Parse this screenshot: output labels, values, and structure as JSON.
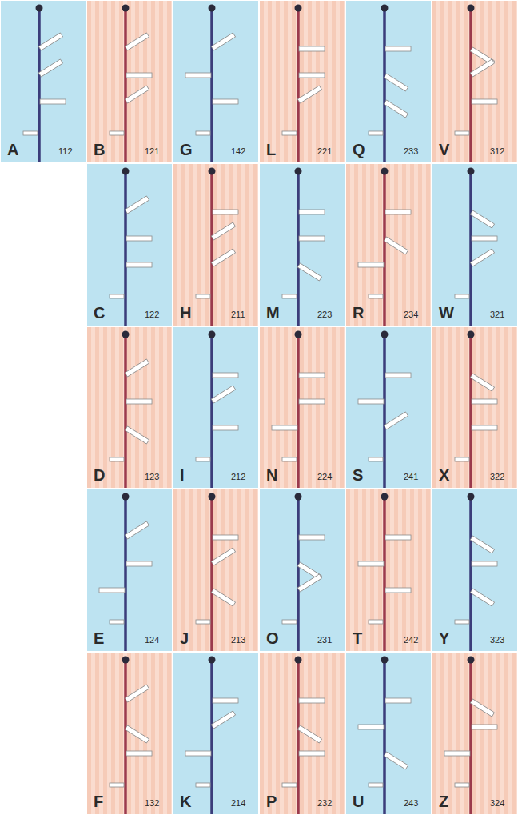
{
  "diagram": {
    "nodes": [
      {
        "text": [
          "A",
          "112"
        ]
      },
      {
        "text": [
          "B",
          "121"
        ]
      },
      {
        "text": [
          "G",
          "142"
        ]
      },
      {
        "text": [
          "L",
          "221"
        ]
      },
      {
        "text": [
          "Q",
          "233"
        ]
      },
      {
        "text": [
          "V",
          "312"
        ]
      },
      {
        "text": [
          "C",
          "122"
        ]
      },
      {
        "text": [
          "H",
          "211"
        ]
      },
      {
        "text": [
          "M",
          "223"
        ]
      },
      {
        "text": [
          "R",
          "234"
        ]
      },
      {
        "text": [
          "W",
          "321"
        ]
      },
      {
        "text": [
          "D",
          "123"
        ]
      },
      {
        "text": [
          "I",
          "212"
        ]
      },
      {
        "text": [
          "N",
          "224"
        ]
      },
      {
        "text": [
          "S",
          "241"
        ]
      },
      {
        "text": [
          "X",
          "322"
        ]
      },
      {
        "text": [
          "E",
          "124"
        ]
      },
      {
        "text": [
          "J",
          "213"
        ]
      },
      {
        "text": [
          "O",
          "231"
        ]
      },
      {
        "text": [
          "T",
          "242"
        ]
      },
      {
        "text": [
          "Y",
          "323"
        ]
      },
      {
        "text": [
          "F",
          "132"
        ]
      },
      {
        "text": [
          "K",
          "214"
        ]
      },
      {
        "text": [
          "P",
          "232"
        ]
      },
      {
        "text": [
          "U",
          "243"
        ]
      },
      {
        "text": [
          "Z",
          "324"
        ]
      }
    ]
  }
}
